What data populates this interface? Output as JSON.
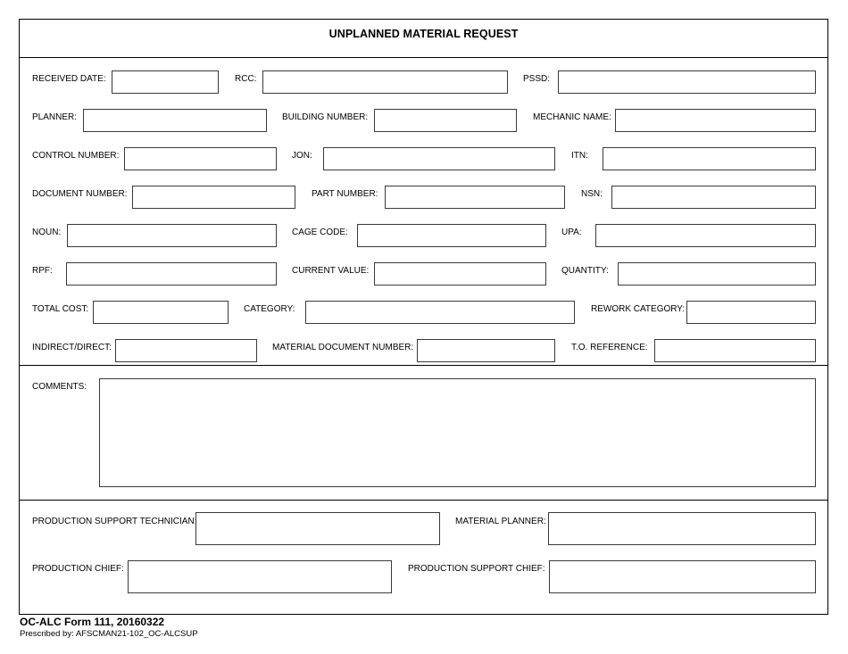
{
  "title": "UNPLANNED MATERIAL REQUEST",
  "fields": {
    "received_date": {
      "label": "RECEIVED DATE:",
      "value": ""
    },
    "rcc": {
      "label": "RCC:",
      "value": ""
    },
    "pssd": {
      "label": "PSSD:",
      "value": ""
    },
    "planner": {
      "label": "PLANNER:",
      "value": ""
    },
    "building_number": {
      "label": "BUILDING NUMBER:",
      "value": ""
    },
    "mechanic_name": {
      "label": "MECHANIC NAME:",
      "value": ""
    },
    "control_number": {
      "label": "CONTROL NUMBER:",
      "value": ""
    },
    "jon": {
      "label": "JON:",
      "value": ""
    },
    "itn": {
      "label": "ITN:",
      "value": ""
    },
    "document_number": {
      "label": "DOCUMENT NUMBER:",
      "value": ""
    },
    "part_number": {
      "label": "PART NUMBER:",
      "value": ""
    },
    "nsn": {
      "label": "NSN:",
      "value": ""
    },
    "noun": {
      "label": "NOUN:",
      "value": ""
    },
    "cage_code": {
      "label": "CAGE CODE:",
      "value": ""
    },
    "upa": {
      "label": "UPA:",
      "value": ""
    },
    "rpf": {
      "label": "RPF:",
      "value": ""
    },
    "current_value": {
      "label": "CURRENT VALUE:",
      "value": ""
    },
    "quantity": {
      "label": "QUANTITY:",
      "value": ""
    },
    "total_cost": {
      "label": "TOTAL COST:",
      "value": ""
    },
    "category": {
      "label": "CATEGORY:",
      "value": ""
    },
    "rework_category": {
      "label": "REWORK CATEGORY:",
      "value": ""
    },
    "indirect_direct": {
      "label": "INDIRECT/DIRECT:",
      "value": ""
    },
    "material_document_number": {
      "label": "MATERIAL DOCUMENT NUMBER:",
      "value": ""
    },
    "to_reference": {
      "label": "T.O. REFERENCE:",
      "value": ""
    },
    "comments": {
      "label": "COMMENTS:",
      "value": ""
    },
    "production_support_technician": {
      "label": "PRODUCTION SUPPORT TECHNICIAN:",
      "value": ""
    },
    "material_planner": {
      "label": "MATERIAL PLANNER:",
      "value": ""
    },
    "production_chief": {
      "label": "PRODUCTION CHIEF:",
      "value": ""
    },
    "production_support_chief": {
      "label": "PRODUCTION SUPPORT CHIEF:",
      "value": ""
    }
  },
  "footer": {
    "form_id": "OC-ALC Form 111, 20160322",
    "prescribed_by": "Prescribed by: AFSCMAN21-102_OC-ALCSUP"
  }
}
